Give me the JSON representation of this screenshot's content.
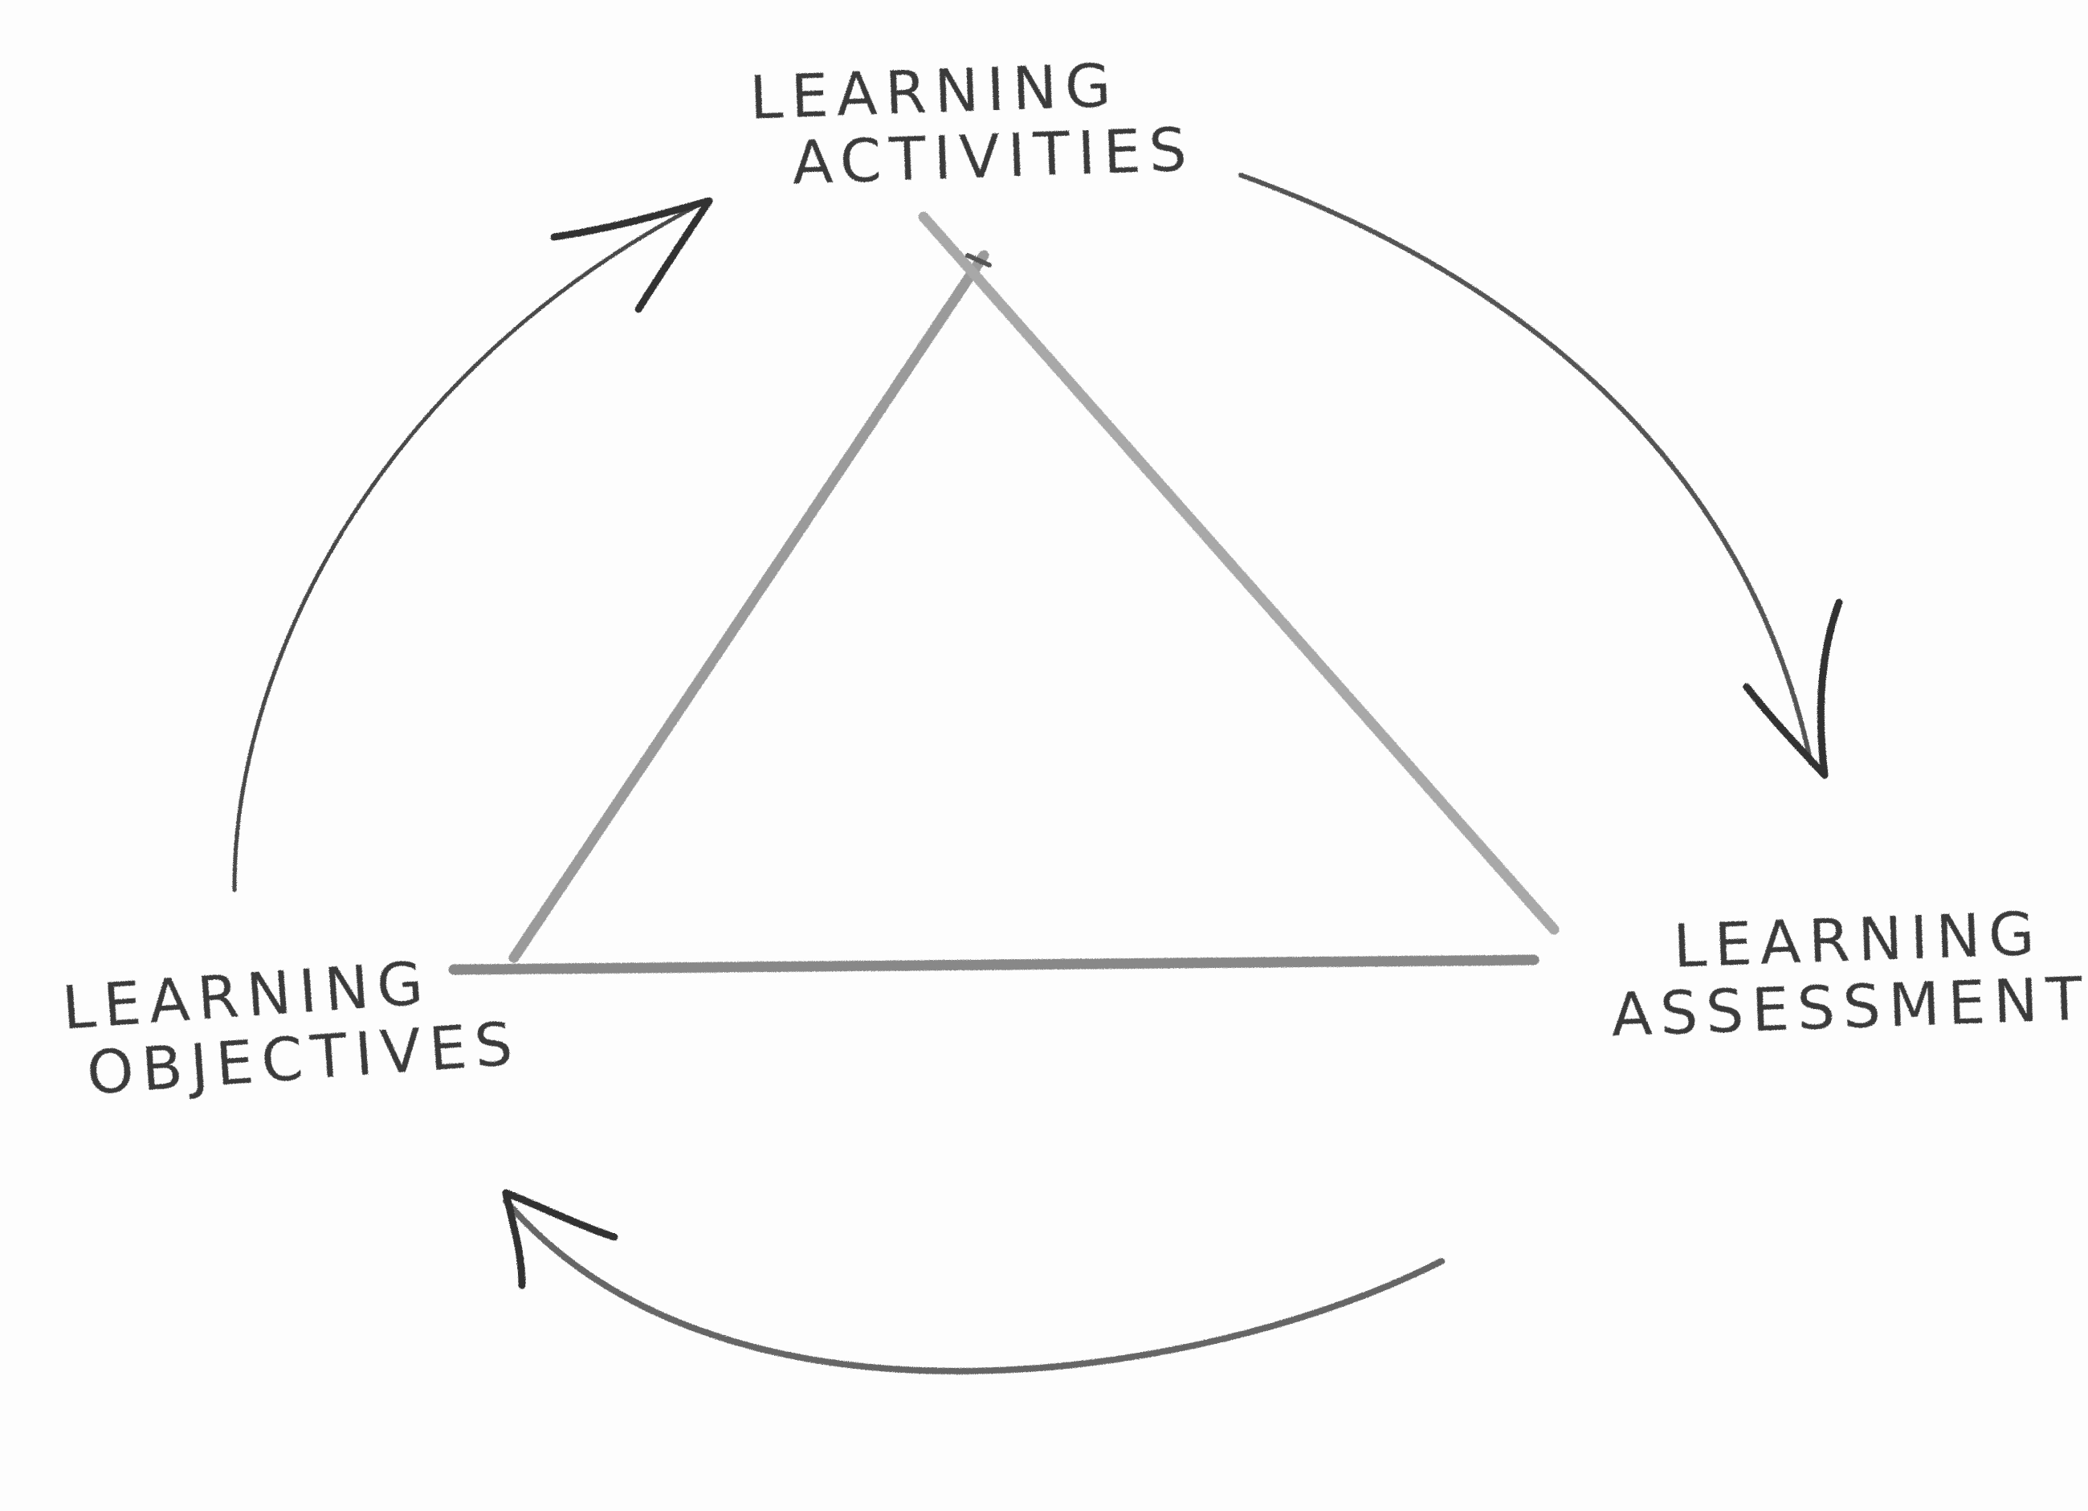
{
  "diagram": {
    "type": "cycle",
    "style": "hand-drawn pencil sketch",
    "center_shape": "triangle",
    "nodes": [
      {
        "id": "activities",
        "line1": "LEARNING",
        "line2": "ACTIVITIES",
        "position": "top"
      },
      {
        "id": "assessment",
        "line1": "LEARNING",
        "line2": "ASSESSMENT",
        "position": "bottom-right"
      },
      {
        "id": "objectives",
        "line1": "LEARNING",
        "line2": "OBJECTIVES",
        "position": "bottom-left"
      }
    ],
    "edges": [
      {
        "from": "objectives",
        "to": "activities",
        "direction": "clockwise"
      },
      {
        "from": "activities",
        "to": "assessment",
        "direction": "clockwise"
      },
      {
        "from": "assessment",
        "to": "objectives",
        "direction": "clockwise"
      }
    ],
    "colors": {
      "pencil_dark": "#3a3a3a",
      "pencil_light": "#8a8a8a",
      "paper": "#fdfdfd"
    }
  }
}
